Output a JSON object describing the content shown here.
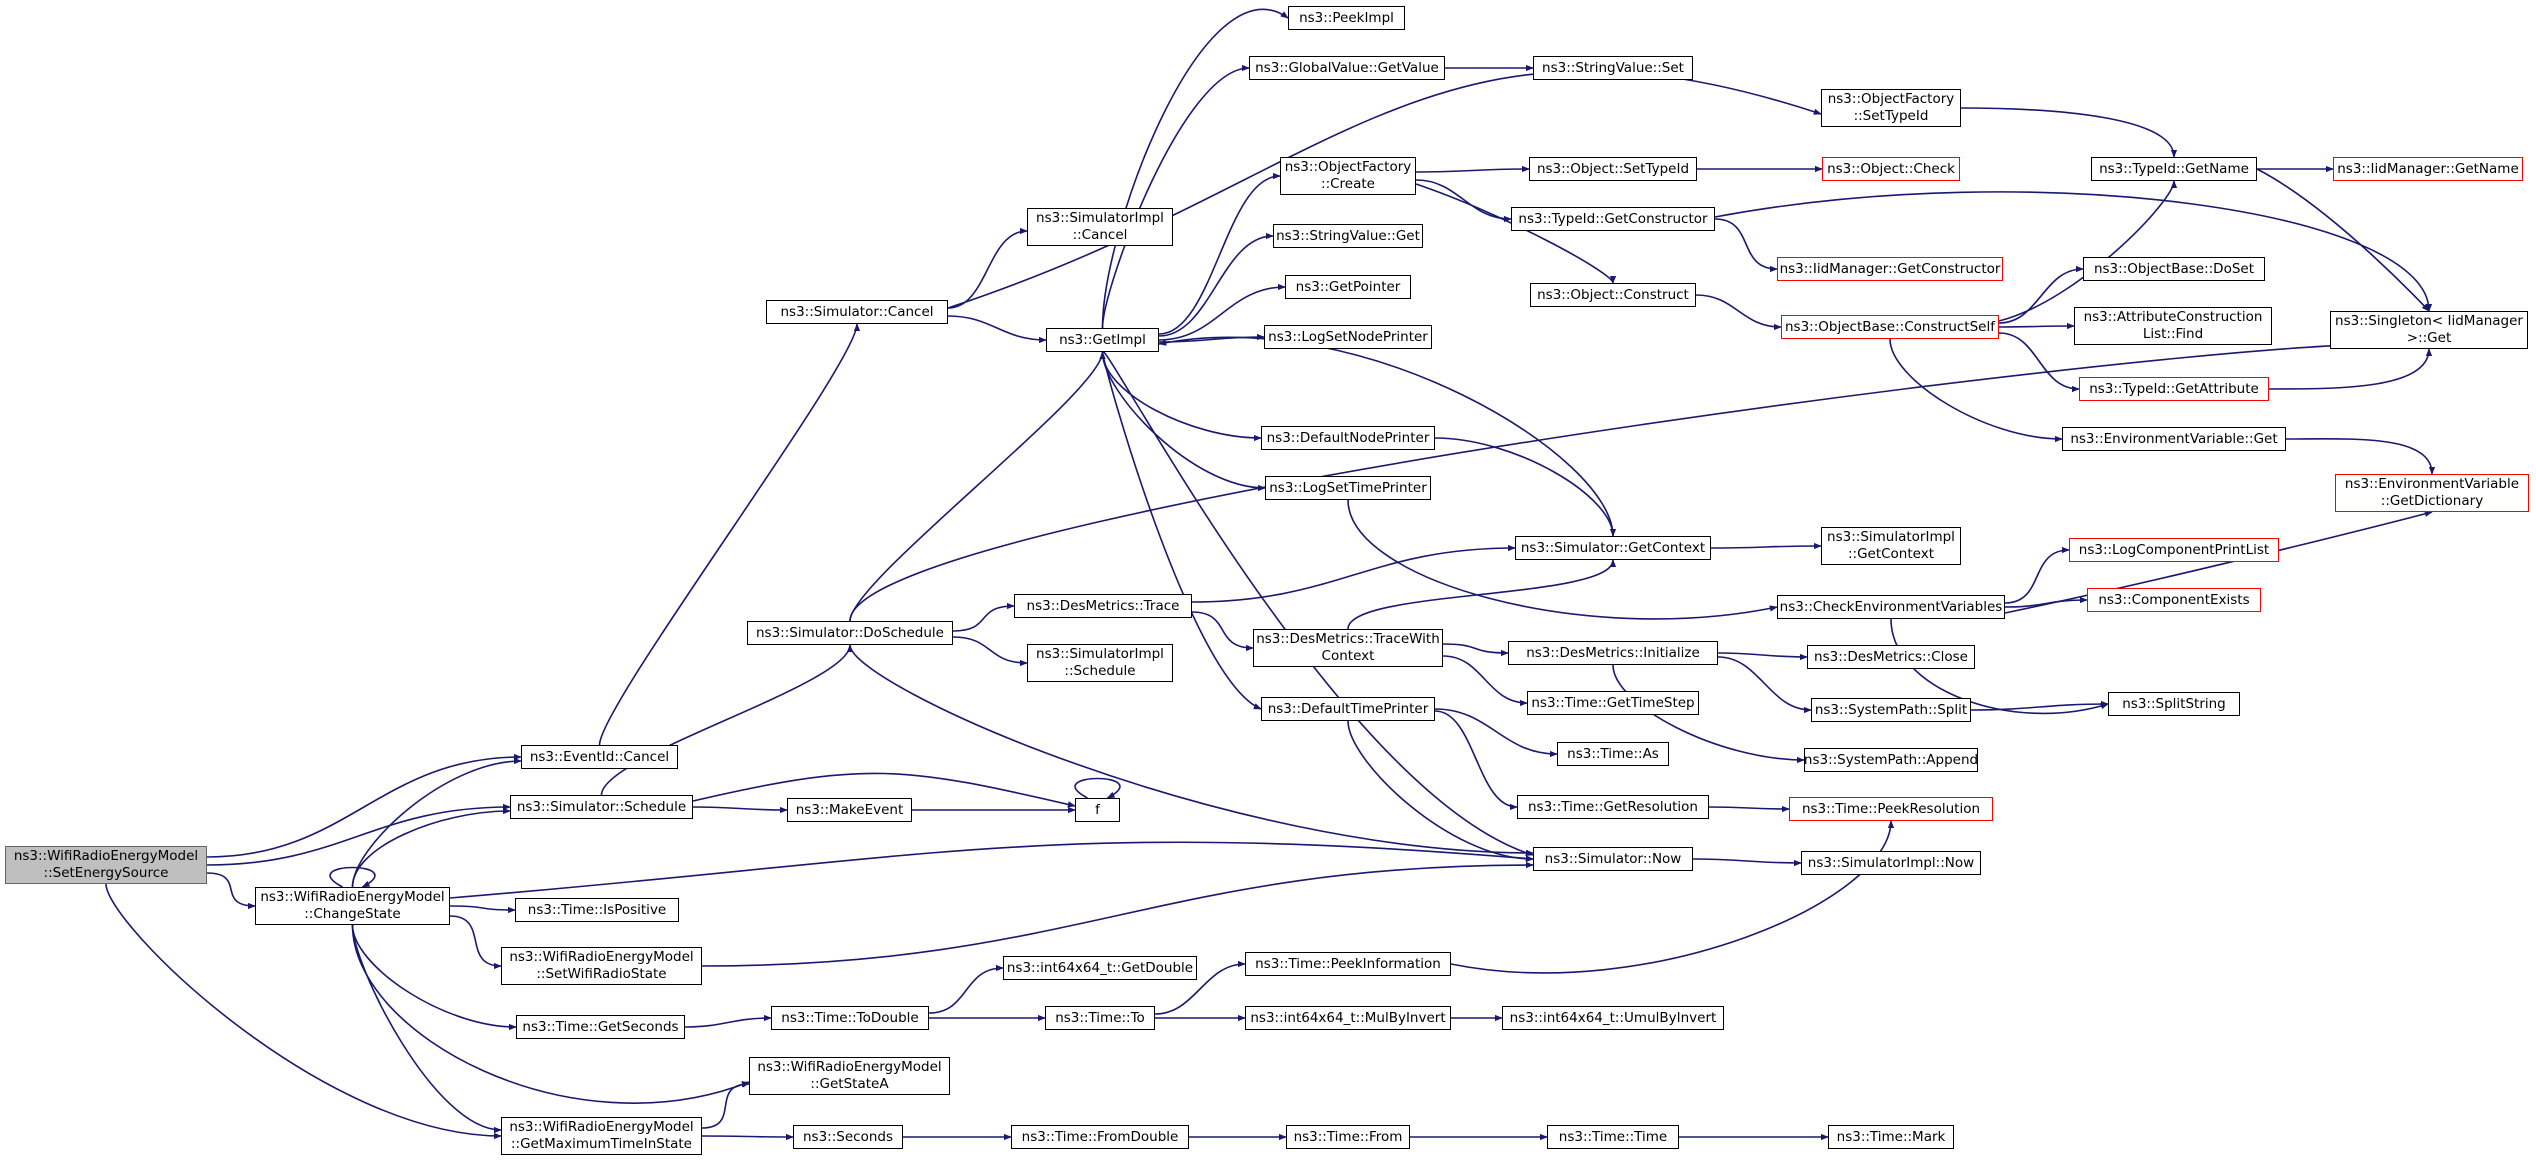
{
  "colors": {
    "edge": "#191970",
    "node_border": "#000000",
    "root_fill": "#bfbfbf",
    "root_border": "#666666",
    "truncated_border": "#ff0000"
  },
  "nodes": {
    "root": "ns3::WifiRadioEnergyModel\n::SetEnergySource",
    "eventid_cancel": "ns3::EventId::Cancel",
    "sim_schedule": "ns3::Simulator::Schedule",
    "change_state": "ns3::WifiRadioEnergyModel\n::ChangeState",
    "get_max_time": "ns3::WifiRadioEnergyModel\n::GetMaximumTimeInState",
    "sim_cancel": "ns3::Simulator::Cancel",
    "sim_doschedule": "ns3::Simulator::DoSchedule",
    "makeevent": "ns3::MakeEvent",
    "f": "f",
    "time_ispositive": "ns3::Time::IsPositive",
    "set_wifi_state": "ns3::WifiRadioEnergyModel\n::SetWifiRadioState",
    "time_getseconds": "ns3::Time::GetSeconds",
    "get_state_a": "ns3::WifiRadioEnergyModel\n::GetStateA",
    "seconds": "ns3::Seconds",
    "simimpl_cancel": "ns3::SimulatorImpl\n::Cancel",
    "getimpl": "ns3::GetImpl",
    "desmetrics_trace": "ns3::DesMetrics::Trace",
    "simimpl_schedule": "ns3::SimulatorImpl\n::Schedule",
    "time_todouble": "ns3::Time::ToDouble",
    "int64_getdouble": "ns3::int64x64_t::GetDouble",
    "time_to": "ns3::Time::To",
    "time_fromdouble": "ns3::Time::FromDouble",
    "peekimpl": "ns3::PeekImpl",
    "globalvalue_getvalue": "ns3::GlobalValue::GetValue",
    "objfactory_create": "ns3::ObjectFactory\n::Create",
    "stringvalue_get": "ns3::StringValue::Get",
    "getpointer": "ns3::GetPointer",
    "logsetnodeprinter": "ns3::LogSetNodePrinter",
    "defaultnodeprinter": "ns3::DefaultNodePrinter",
    "logsettimeprinter": "ns3::LogSetTimePrinter",
    "desmetrics_tracewith": "ns3::DesMetrics::TraceWith\nContext",
    "defaulttimeprinter": "ns3::DefaultTimePrinter",
    "time_peekinfo": "ns3::Time::PeekInformation",
    "int64_mulbyinvert": "ns3::int64x64_t::MulByInvert",
    "time_from": "ns3::Time::From",
    "stringvalue_set": "ns3::StringValue::Set",
    "object_settypeid": "ns3::Object::SetTypeId",
    "typeid_getconstructor": "ns3::TypeId::GetConstructor",
    "object_construct": "ns3::Object::Construct",
    "sim_getcontext": "ns3::Simulator::GetContext",
    "desmetrics_initialize": "ns3::DesMetrics::Initialize",
    "time_gettimestep": "ns3::Time::GetTimeStep",
    "time_as": "ns3::Time::As",
    "time_getresolution": "ns3::Time::GetResolution",
    "sim_now": "ns3::Simulator::Now",
    "int64_umulbyinvert": "ns3::int64x64_t::UmulByInvert",
    "time_time": "ns3::Time::Time",
    "objfactory_settypeid": "ns3::ObjectFactory\n::SetTypeId",
    "object_check": "ns3::Object::Check",
    "iidmanager_getconstructor": "ns3::IidManager::GetConstructor",
    "objbase_constructself": "ns3::ObjectBase::ConstructSelf",
    "simimpl_getcontext": "ns3::SimulatorImpl\n::GetContext",
    "check_env_vars": "ns3::CheckEnvironmentVariables",
    "desmetrics_close": "ns3::DesMetrics::Close",
    "systempath_split": "ns3::SystemPath::Split",
    "systempath_append": "ns3::SystemPath::Append",
    "time_peekresolution": "ns3::Time::PeekResolution",
    "simimpl_now": "ns3::SimulatorImpl::Now",
    "time_mark": "ns3::Time::Mark",
    "typeid_getname": "ns3::TypeId::GetName",
    "objbase_doset": "ns3::ObjectBase::DoSet",
    "attr_construction_find": "ns3::AttributeConstruction\nList::Find",
    "typeid_getattribute": "ns3::TypeId::GetAttribute",
    "envvar_get": "ns3::EnvironmentVariable::Get",
    "logcomponentprintlist": "ns3::LogComponentPrintList",
    "componentexists": "ns3::ComponentExists",
    "splitstring": "ns3::SplitString",
    "iidmanager_getname": "ns3::IidManager::GetName",
    "singleton_get": "ns3::Singleton< IidManager\n >::Get",
    "envvar_getdictionary": "ns3::EnvironmentVariable\n::GetDictionary"
  }
}
